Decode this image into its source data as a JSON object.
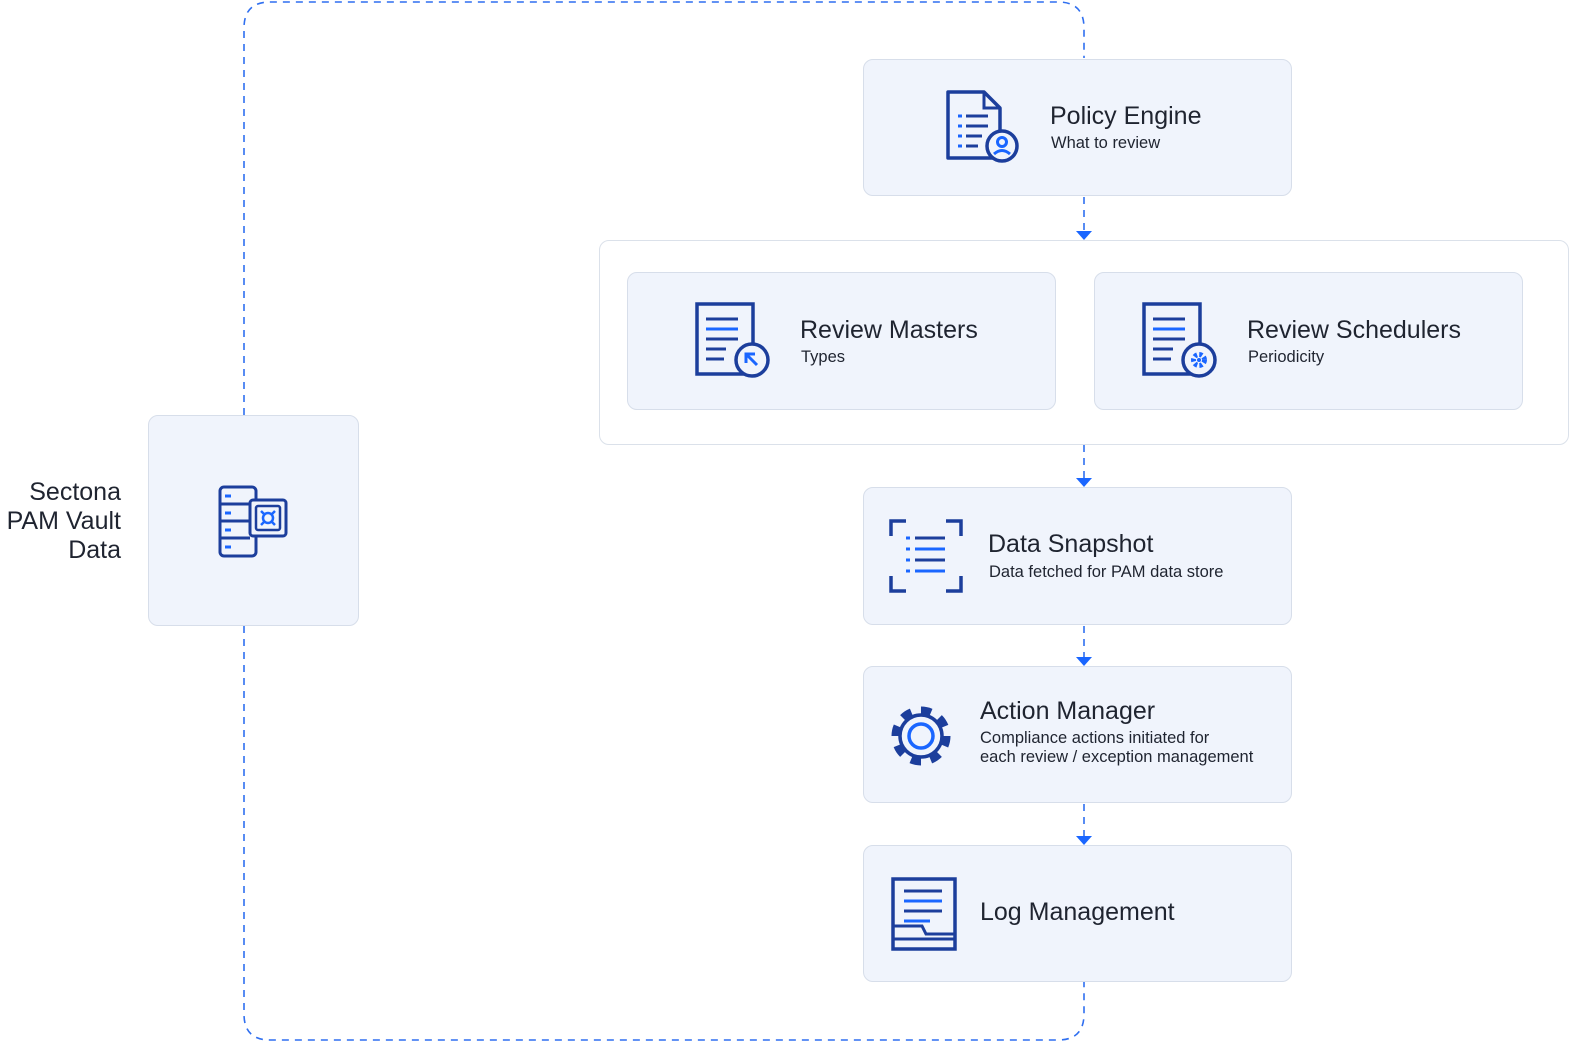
{
  "vault": {
    "label_lines": [
      "Sectona",
      "PAM Vault",
      "Data"
    ],
    "icon": "server-vault-icon"
  },
  "nodes": {
    "policy_engine": {
      "title": "Policy Engine",
      "subtitle": "What to review",
      "icon": "policy-document-user-icon"
    },
    "review_masters": {
      "title": "Review Masters",
      "subtitle": "Types",
      "icon": "document-cursor-icon"
    },
    "review_schedulers": {
      "title": "Review Schedulers",
      "subtitle": "Periodicity",
      "icon": "document-gear-icon"
    },
    "data_snapshot": {
      "title": "Data Snapshot",
      "subtitle": "Data fetched for PAM data store",
      "icon": "scan-list-icon"
    },
    "action_manager": {
      "title": "Action Manager",
      "subtitle_lines": [
        "Compliance actions initiated for",
        "each review / exception management"
      ],
      "icon": "gear-icon"
    },
    "log_management": {
      "title": "Log Management",
      "icon": "log-book-icon"
    }
  },
  "colors": {
    "icon_navy": "#1c3e9c",
    "icon_blue": "#1a66ff",
    "connector": "#2f6ff0",
    "card_bg": "#f0f4fc",
    "card_border": "#d7deea"
  }
}
